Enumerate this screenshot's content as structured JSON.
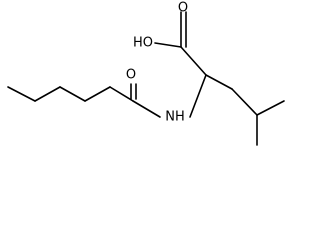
{
  "molecule": {
    "labels": {
      "hydroxyl": "HO",
      "acid_oxygen": "O",
      "amide_oxygen": "O",
      "amide_nitrogen": "NH"
    },
    "colors": {
      "bond": "#000000",
      "text": "#000000",
      "background": "#ffffff"
    }
  }
}
